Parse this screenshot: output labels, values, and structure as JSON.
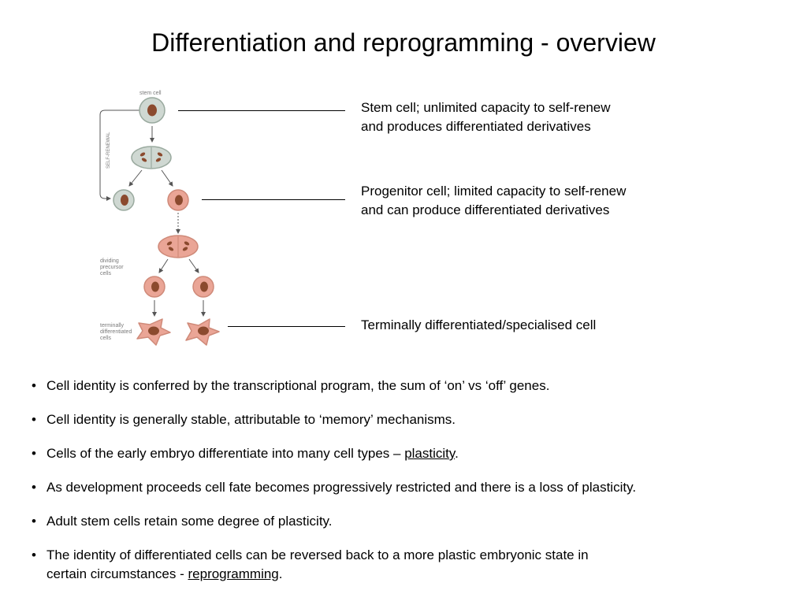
{
  "title": "Differentiation and reprogramming - overview",
  "diagram": {
    "labels": {
      "stem_cell": "stem cell",
      "self_renewal": "SELF-RENEWAL",
      "dividing_1": "dividing",
      "dividing_2": "precursor",
      "dividing_3": "cells",
      "terminal_1": "terminally",
      "terminal_2": "differentiated",
      "terminal_3": "cells"
    },
    "colors": {
      "stem_fill": "#cfd8d2",
      "stem_stroke": "#9aaa9f",
      "progenitor_fill": "#eaa596",
      "progenitor_stroke": "#cf8a79",
      "nucleus": "#8b4a2e",
      "arrow": "#555555"
    }
  },
  "callouts": {
    "stem": {
      "line1": "Stem cell; unlimited capacity to self-renew",
      "line2": "and produces differentiated derivatives"
    },
    "progenitor": {
      "line1": "Progenitor cell; limited capacity to self-renew",
      "line2": "and can produce differentiated derivatives"
    },
    "terminal": {
      "line1": "Terminally differentiated/specialised cell"
    }
  },
  "bullets": {
    "b1": "Cell identity is conferred by the transcriptional program, the sum of ‘on’ vs ‘off’ genes.",
    "b2": "Cell identity is generally stable, attributable to ‘memory’ mechanisms.",
    "b3_text": "Cells of the early embryo differentiate into many cell types – ",
    "b3_link": "plasticity",
    "b3_end": ".",
    "b4": "As development proceeds cell fate becomes progressively restricted and there is a loss of plasticity.",
    "b5": "Adult stem cells retain some degree of plasticity.",
    "b6_line1": "The identity of differentiated cells can be reversed back to a more plastic embryonic state in",
    "b6_text": "certain circumstances - ",
    "b6_link": "reprogramming",
    "b6_end": "."
  }
}
